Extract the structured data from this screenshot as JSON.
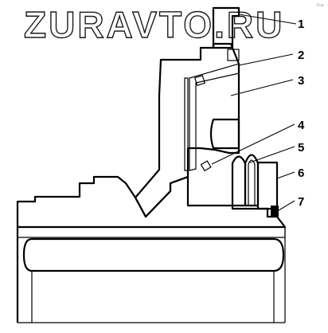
{
  "watermark": {
    "text": "ZURAVTO.RU"
  },
  "callouts": [
    {
      "id": "1",
      "label": "1"
    },
    {
      "id": "2",
      "label": "2"
    },
    {
      "id": "3",
      "label": "3"
    },
    {
      "id": "4",
      "label": "4"
    },
    {
      "id": "5",
      "label": "5"
    },
    {
      "id": "6",
      "label": "6"
    },
    {
      "id": "7",
      "label": "7"
    }
  ],
  "corner_mark": {
    "text": "Fue"
  }
}
